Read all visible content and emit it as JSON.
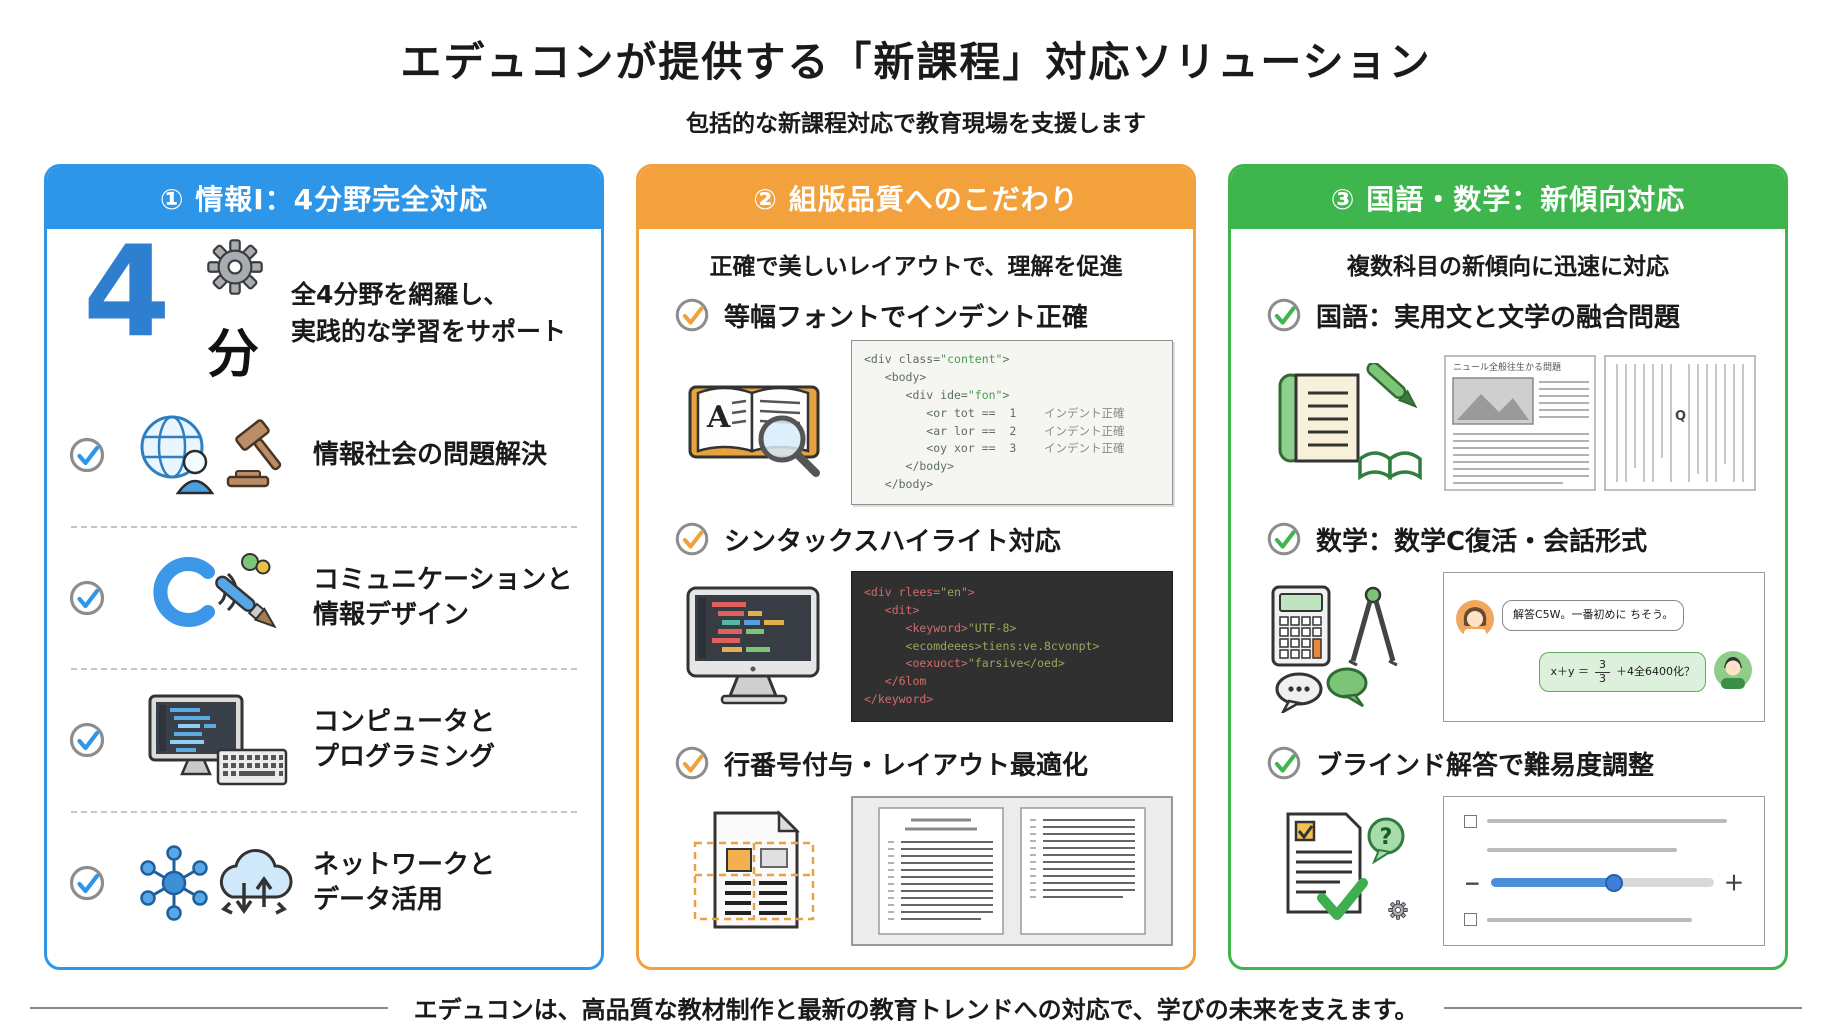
{
  "page": {
    "title": "エデュコンが提供する「新課程」対応ソリューション",
    "subtitle": "包括的な新課程対応で教育現場を支援します",
    "footer": "エデュコンは、高品質な教材制作と最新の教育トレンドへの対応で、学びの未来を支えます。"
  },
  "colors": {
    "blue": "#2E96E8",
    "orange": "#F2A13C",
    "green": "#3FB54D"
  },
  "card1": {
    "title": "① 情報I：4分野完全対応",
    "big_number": "4",
    "big_suffix": "分",
    "intro_line1": "全4分野を網羅し、",
    "intro_line2": "実践的な学習をサポート",
    "items": [
      {
        "line1": "情報社会の問題解決",
        "line2": ""
      },
      {
        "line1": "コミュニケーションと",
        "line2": "情報デザイン"
      },
      {
        "line1": "コンピュータと",
        "line2": "プログラミング"
      },
      {
        "line1": "ネットワークと",
        "line2": "データ活用"
      }
    ]
  },
  "card2": {
    "title": "② 組版品質へのこだわり",
    "intro": "正確で美しいレイアウトで、理解を促進",
    "sections": [
      {
        "heading": "等幅フォントでインデント正確"
      },
      {
        "heading": "シンタックスハイライト対応"
      },
      {
        "heading": "行番号付与・レイアウト最適化"
      }
    ],
    "book_letter": "A",
    "code_light": [
      [
        {
          "t": "<div class=",
          "c": "k"
        },
        {
          "t": "\"content\"",
          "c": "s"
        },
        {
          "t": ">",
          "c": "k"
        }
      ],
      [
        {
          "t": "   <body>",
          "c": "k"
        }
      ],
      [
        {
          "t": "      <div ide=",
          "c": "k"
        },
        {
          "t": "\"fon\"",
          "c": "s"
        },
        {
          "t": ">",
          "c": "k"
        }
      ],
      [
        {
          "t": "         <or tot ==  1    ",
          "c": "k"
        },
        {
          "t": "インデント正確",
          "c": "m"
        }
      ],
      [
        {
          "t": "         <ar lor ==  2    ",
          "c": "k"
        },
        {
          "t": "インデント正確",
          "c": "m"
        }
      ],
      [
        {
          "t": "         <oy xor ==  3    ",
          "c": "k"
        },
        {
          "t": "インデント正確",
          "c": "m"
        }
      ],
      [
        {
          "t": "      </body>",
          "c": "k"
        }
      ],
      [
        {
          "t": "   </body>",
          "c": "k"
        }
      ]
    ],
    "code_dark": [
      [
        {
          "t": "<div rlees=",
          "c": "r"
        },
        {
          "t": "\"en\"",
          "c": "g"
        },
        {
          "t": ">",
          "c": "r"
        }
      ],
      [
        {
          "t": "   <dit>",
          "c": "r"
        }
      ],
      [
        {
          "t": "      <keyword>",
          "c": "r"
        },
        {
          "t": "\"UTF-8>",
          "c": "g"
        }
      ],
      [
        {
          "t": "      <ecomdeees>tiens:ve.8cvonpt>",
          "c": "g"
        }
      ],
      [
        {
          "t": "      <oexuoct>",
          "c": "r"
        },
        {
          "t": "\"farsive",
          "c": "g"
        },
        {
          "t": "</oed>",
          "c": "g"
        }
      ],
      [
        {
          "t": "   </6lom",
          "c": "r"
        }
      ],
      [
        {
          "t": "</keyword>",
          "c": "r"
        }
      ]
    ]
  },
  "card3": {
    "title": "③ 国語・数学：新傾向対応",
    "intro": "複数科目の新傾向に迅速に対応",
    "sections": [
      {
        "heading": "国語：実用文と文学の融合問題"
      },
      {
        "heading": "数学：数学C復活・会話形式"
      },
      {
        "heading": "ブラインド解答で難易度調整"
      }
    ],
    "doc_mock_title": "ニュール全般往生かる問題",
    "doc_mock_q": "Q",
    "question_mark": "?",
    "chat": {
      "teacher_text": "解答C5W。一番初めに ちそう。",
      "student_prefix": "x＋y ＝",
      "frac_top": "3",
      "frac_bottom": "3",
      "student_suffix": "＋4全6400化？"
    },
    "slider_minus": "−",
    "slider_plus": "＋"
  }
}
